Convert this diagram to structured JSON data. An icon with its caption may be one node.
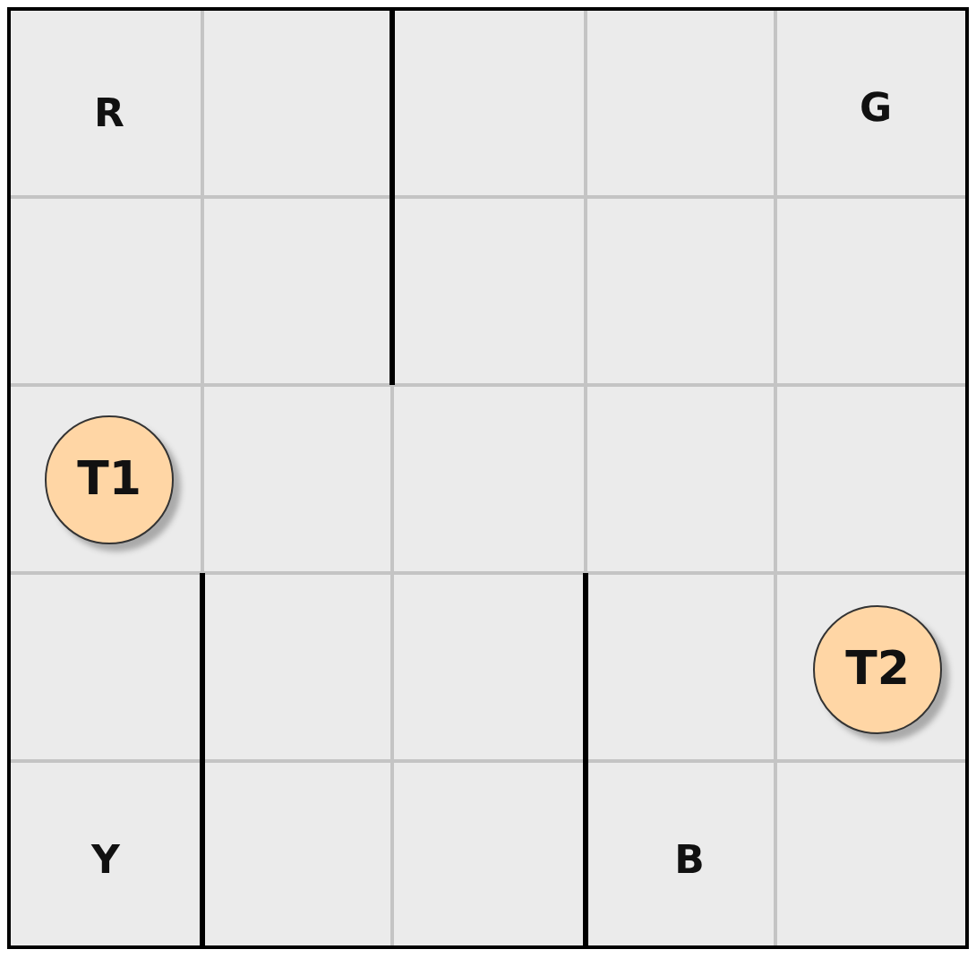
{
  "diagram": {
    "nodes": [
      {
        "text": [
          "T1"
        ]
      },
      {
        "text": [
          "T2"
        ]
      }
    ],
    "edges": [],
    "labels": [
      "R",
      "G",
      "Y",
      "B"
    ]
  }
}
